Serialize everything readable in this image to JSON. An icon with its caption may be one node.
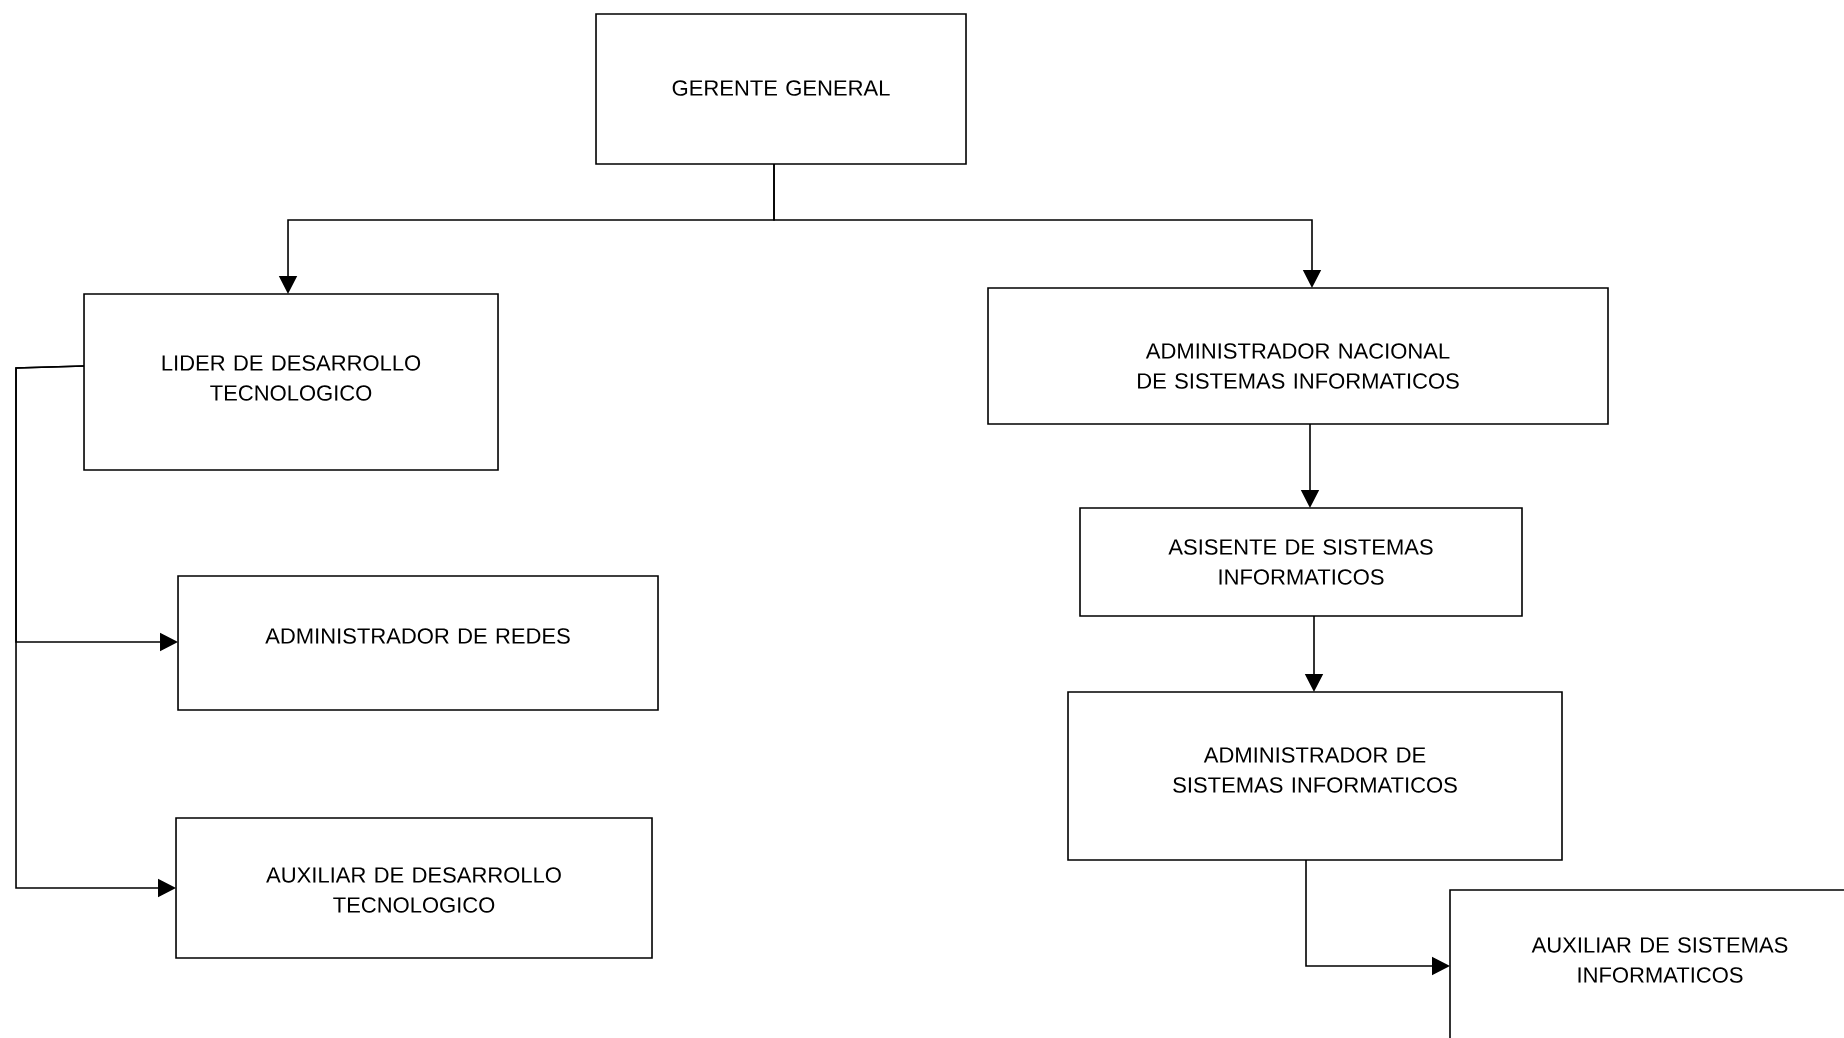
{
  "diagram": {
    "nodes": [
      {
        "text": [
          "GERENTE GENERAL"
        ]
      },
      {
        "text": [
          "LIDER DE DESARROLLO TECNOLOGICO"
        ]
      },
      {
        "text": [
          "ADMINISTRADOR DE REDES"
        ]
      },
      {
        "text": [
          "AUXILIAR DE DESARROLLO TECNOLOGICO"
        ]
      },
      {
        "text": [
          "ADMINISTRADOR NACIONAL DE SISTEMAS INFORMATICOS"
        ]
      },
      {
        "text": [
          "ASISENTE DE SISTEMAS INFORMATICOS"
        ]
      },
      {
        "text": [
          "ADMINISTRADOR DE SISTEMAS INFORMATICOS"
        ]
      },
      {
        "text": [
          "AUXILIAR DE SISTEMAS INFORMATICOS"
        ]
      }
    ],
    "edges": [
      {
        "from": 0,
        "to": 1,
        "arrow": "to"
      },
      {
        "from": 0,
        "to": 4,
        "arrow": "to"
      },
      {
        "from": 1,
        "to": 2,
        "arrow": "to"
      },
      {
        "from": 1,
        "to": 3,
        "arrow": "to"
      },
      {
        "from": 4,
        "to": 5,
        "arrow": "to"
      },
      {
        "from": 5,
        "to": 6,
        "arrow": "to"
      },
      {
        "from": 6,
        "to": 7,
        "arrow": "to"
      }
    ]
  }
}
